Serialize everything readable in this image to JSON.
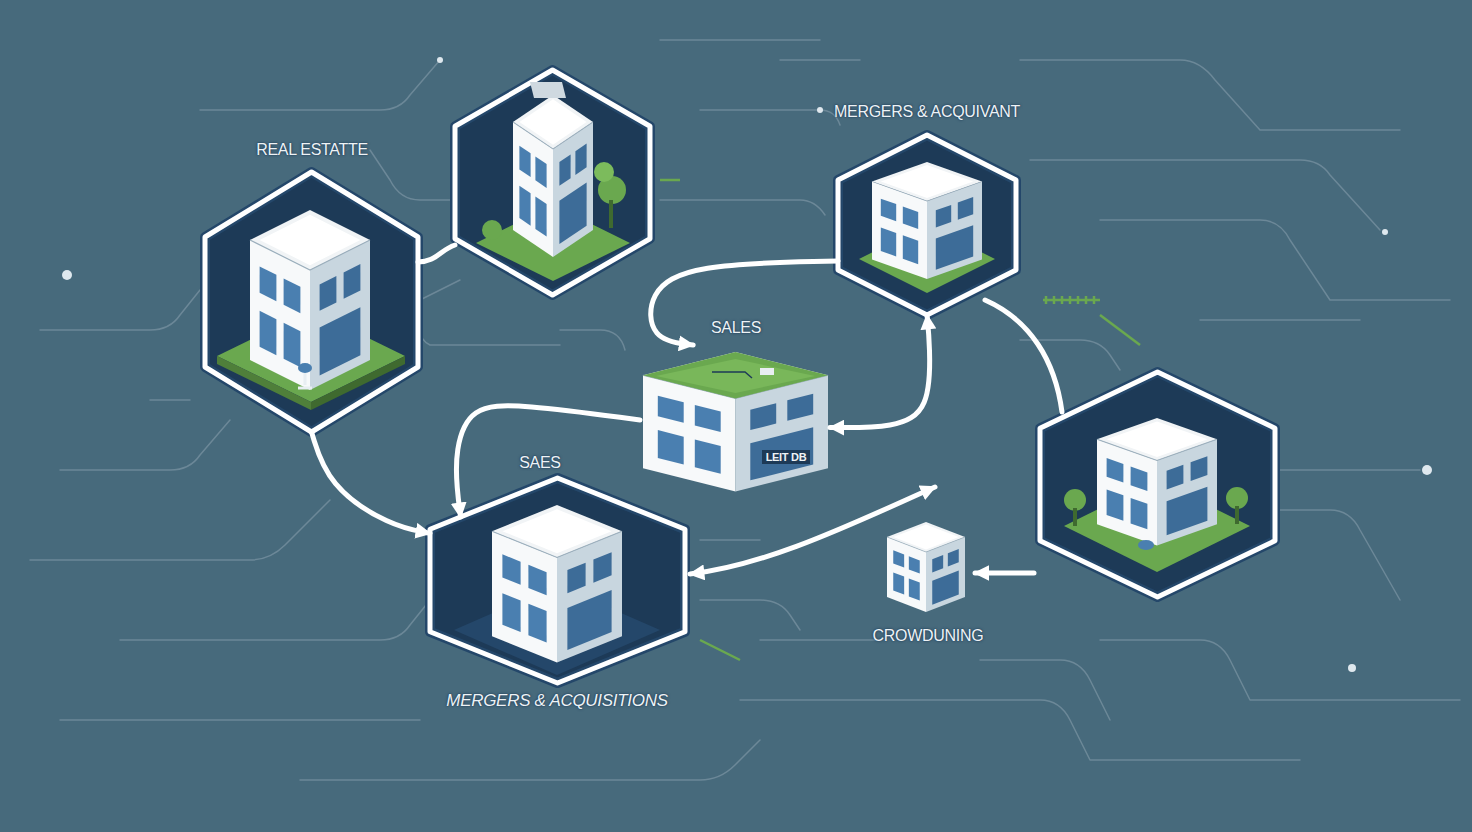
{
  "diagram": {
    "nodes": [
      {
        "text": [
          "REAL ESTATTE"
        ]
      },
      {
        "text": [
          "MERGERS & ACQUIVANT"
        ]
      },
      {
        "text": [
          "SALES",
          "LEIT DB"
        ]
      },
      {
        "text": [
          "MERGERS & ACQUISITIONS"
        ]
      },
      {
        "text": [
          "CROWDUNING"
        ]
      }
    ],
    "edges": [
      {
        "from": 0,
        "to": 3,
        "arrow": "to"
      },
      {
        "from": 2,
        "to": 1,
        "arrow": "both"
      },
      {
        "from": 1,
        "to": 2,
        "arrow": "to"
      },
      {
        "from": 2,
        "to": 3,
        "arrow": "to",
        "label": "SAES"
      }
    ]
  }
}
